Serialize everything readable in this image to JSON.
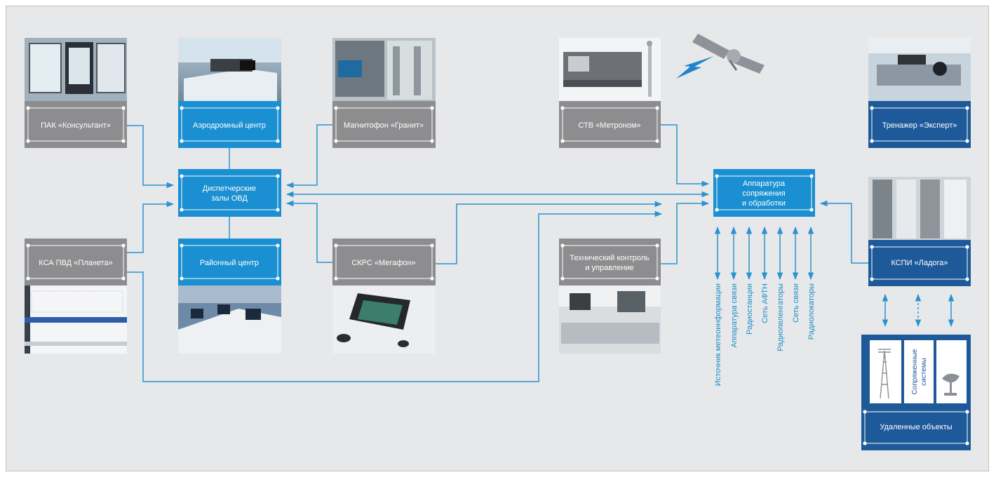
{
  "nodes": {
    "pak": "ПАК «Консультант»",
    "aero": "Аэродромный центр",
    "mag": "Магнитофон «Гранит»",
    "stv": "СТВ «Метроном»",
    "tren": "Тренажер «Эксперт»",
    "disp": [
      "Диспетчерские",
      "залы ОВД"
    ],
    "apparat": [
      "Аппаратура",
      "сопряжения",
      "и обработки"
    ],
    "ksa": "КСА ПВД «Планета»",
    "rayon": "Районный центр",
    "skrs": "СКРС «Мегафон»",
    "tech": [
      "Технический контроль",
      "и управление"
    ],
    "kspi": "КСПИ «Ладога»",
    "remote": "Удаленные объекты",
    "interfaced": [
      "Сопряженные",
      "системы"
    ]
  },
  "interfaces": [
    "Источник метеоинформации",
    "Аппаратура связи",
    "Радиостанции",
    "Сеть АФТН",
    "Радиопеленгаторы",
    "Сеть связи",
    "Радиолокаторы"
  ],
  "colors": {
    "blue": "#1a8fd1",
    "gray": "#8d8d8f",
    "navy": "#1e5a9a",
    "line": "#2a93cf",
    "bg": "#e7e8ea"
  }
}
